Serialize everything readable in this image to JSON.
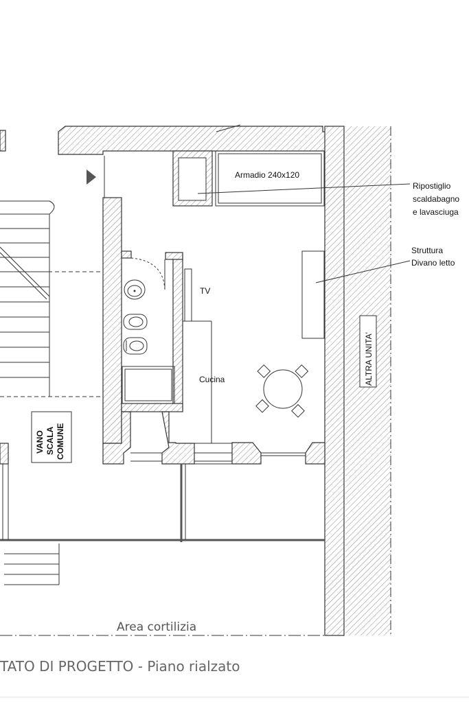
{
  "labels": {
    "wardrobe": "Armadio 240x120",
    "storage_line1": "Ripostiglio",
    "storage_line2": "scaldabagno",
    "storage_line3": "e lavasciuga",
    "sofa_line1": "Struttura",
    "sofa_line2": "Divano letto",
    "tv": "TV",
    "kitchen": "Cucina",
    "other_unit": "ALTRA UNITA'",
    "stair_line1": "VANO",
    "stair_line2": "SCALA",
    "stair_line3": "COMUNE",
    "courtyard": "Area cortilizia",
    "drawing_title": "TATO DI PROGETTO - Piano rialzato"
  },
  "colors": {
    "line": "#333333",
    "hatch": "#8a8a8a",
    "text_cad": "#555555"
  }
}
